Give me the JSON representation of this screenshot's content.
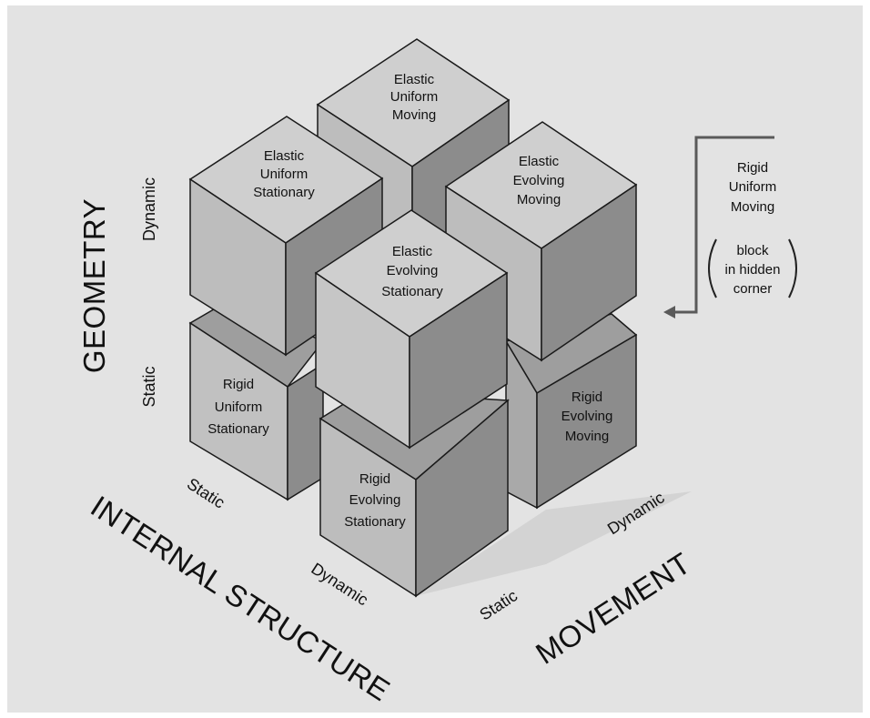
{
  "axes": {
    "geometry": {
      "title": "GEOMETRY",
      "ticks": {
        "low": "Static",
        "high": "Dynamic"
      }
    },
    "internal_structure": {
      "title": "INTERNAL STRUCTURE",
      "ticks": {
        "low": "Static",
        "high": "Dynamic"
      }
    },
    "movement": {
      "title": "MOVEMENT",
      "ticks": {
        "low": "Static",
        "high": "Dynamic"
      }
    }
  },
  "blocks": {
    "elastic_uniform_moving": [
      "Elastic",
      "Uniform",
      "Moving"
    ],
    "elastic_uniform_stationary": [
      "Elastic",
      "Uniform",
      "Stationary"
    ],
    "elastic_evolving_moving": [
      "Elastic",
      "Evolving",
      "Moving"
    ],
    "elastic_evolving_stationary": [
      "Elastic",
      "Evolving",
      "Stationary"
    ],
    "rigid_uniform_stationary": [
      "Rigid",
      "Uniform",
      "Stationary"
    ],
    "rigid_evolving_moving": [
      "Rigid",
      "Evolving",
      "Moving"
    ],
    "rigid_evolving_stationary": [
      "Rigid",
      "Evolving",
      "Stationary"
    ]
  },
  "hidden_block_note": {
    "name": [
      "Rigid",
      "Uniform",
      "Moving"
    ],
    "note": [
      "block",
      "in hidden",
      "corner"
    ]
  },
  "colors": {
    "background": "#e3e3e3",
    "top_face": "#cfcfcf",
    "left_face": "#bdbdbd",
    "right_face": "#8c8c8c",
    "shadow_face": "#9e9e9e",
    "edge": "#1a1a1a",
    "text": "#111111"
  }
}
